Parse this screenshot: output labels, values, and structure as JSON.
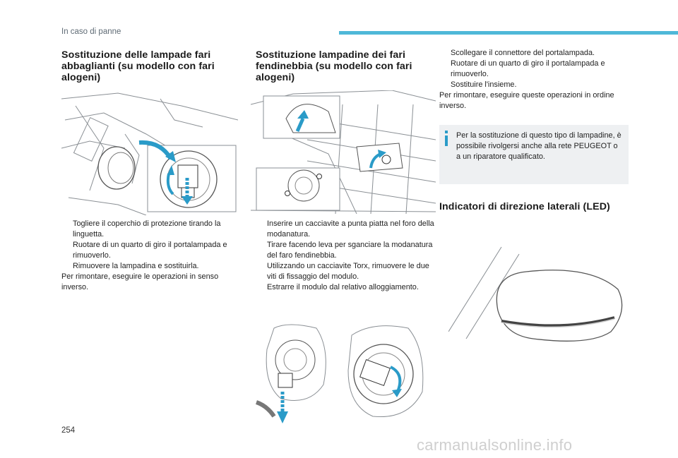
{
  "header": {
    "section": "In caso di panne",
    "bar_color": "#4fb8d8"
  },
  "col1": {
    "title": "Sostituzione delle lampade fari abbaglianti (su modello con fari alogeni)",
    "steps": [
      "Togliere il coperchio di protezione tirando la linguetta.",
      "Ruotare di un quarto di giro il portalampada e rimuoverlo.",
      "Rimuovere la lampadina e sostituirla."
    ],
    "note": "Per rimontare, eseguire le operazioni in senso inverso."
  },
  "col2": {
    "title": "Sostituzione lampadine dei fari fendinebbia (su modello con fari alogeni)",
    "steps": [
      "Inserire un cacciavite a punta piatta nel foro della modanatura.",
      "Tirare facendo leva per sganciare la modanatura del faro fendinebbia.",
      "Utilizzando un cacciavite Torx, rimuovere le due viti di fissaggio del modulo.",
      "Estrarre il modulo dal relativo alloggiamento."
    ]
  },
  "col3": {
    "steps": [
      "Scollegare il connettore del portalampada.",
      "Ruotare di un quarto di giro il portalampada e rimuoverlo.",
      "Sostituire l'insieme."
    ],
    "note": "Per rimontare, eseguire queste operazioni in ordine inverso.",
    "info": "Per la sostituzione di questo tipo di lampadine, è possibile rivolgersi anche alla rete PEUGEOT o a un riparatore qualificato.",
    "title2": "Indicatori di direzione laterali (LED)"
  },
  "bullet_symbol": "",
  "accent_color": "#2a9bc8",
  "page_number": "254",
  "watermark": "carmanualsonline.info"
}
